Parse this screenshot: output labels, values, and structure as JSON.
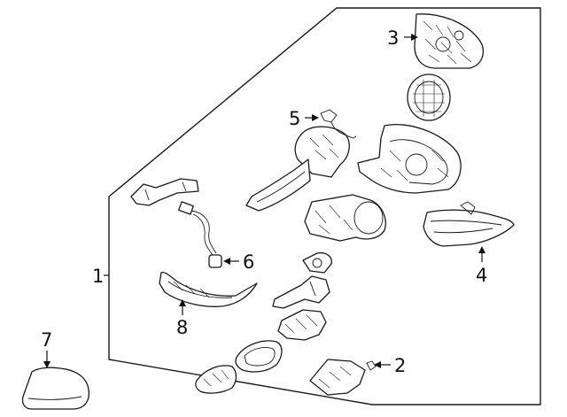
{
  "callouts": [
    {
      "id": "callout-1",
      "text": "1"
    },
    {
      "id": "callout-2",
      "text": "2"
    },
    {
      "id": "callout-3",
      "text": "3"
    },
    {
      "id": "callout-4",
      "text": "4"
    },
    {
      "id": "callout-5",
      "text": "5"
    },
    {
      "id": "callout-6",
      "text": "6"
    },
    {
      "id": "callout-7",
      "text": "7"
    },
    {
      "id": "callout-8",
      "text": "8"
    }
  ]
}
